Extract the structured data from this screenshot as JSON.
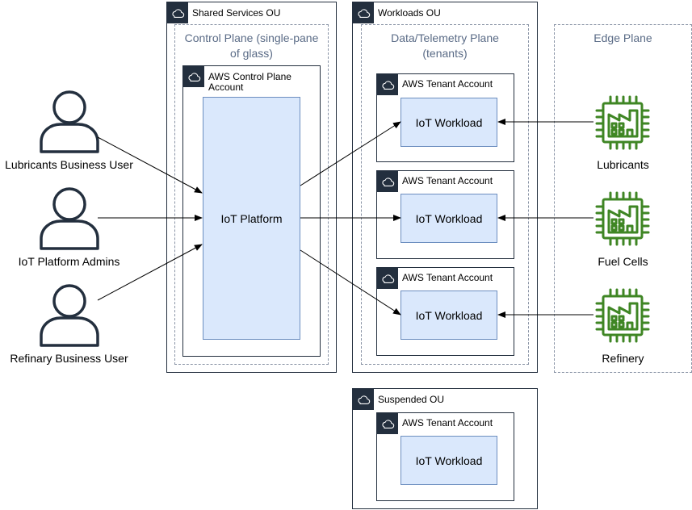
{
  "users": [
    {
      "label": "Lubricants Business User"
    },
    {
      "label": "IoT Platform Admins"
    },
    {
      "label": "Refinary Business User"
    }
  ],
  "shared_ou": {
    "label": "Shared Services OU",
    "plane_title_line1": "Control Plane (single-pane",
    "plane_title_line2": "of glass)",
    "account_label_line1": "AWS Control Plane",
    "account_label_line2": "Account",
    "platform_label": "IoT Platform"
  },
  "workloads_ou": {
    "label": "Workloads OU",
    "plane_title_line1": "Data/Telemetry Plane",
    "plane_title_line2": "(tenants)",
    "accounts": [
      {
        "account_label": "AWS Tenant Account",
        "workload_label": "IoT Workload"
      },
      {
        "account_label": "AWS Tenant Account",
        "workload_label": "IoT Workload"
      },
      {
        "account_label": "AWS Tenant Account",
        "workload_label": "IoT Workload"
      }
    ]
  },
  "edge_plane": {
    "title": "Edge Plane",
    "sites": [
      {
        "label": "Lubricants"
      },
      {
        "label": "Fuel Cells"
      },
      {
        "label": "Refinery"
      }
    ]
  },
  "suspended_ou": {
    "label": "Suspended OU",
    "account_label": "AWS Tenant Account",
    "workload_label": "IoT Workload"
  },
  "colors": {
    "aws_squid_ink": "#232f3e",
    "workload_fill": "#dae8fc",
    "workload_border": "#6c8ebf",
    "edge_green": "#3f8624",
    "plane_title": "#5a6b86"
  },
  "icons": {
    "user": "user-icon",
    "cloud": "cloud-icon",
    "factory": "factory-chip-icon"
  }
}
